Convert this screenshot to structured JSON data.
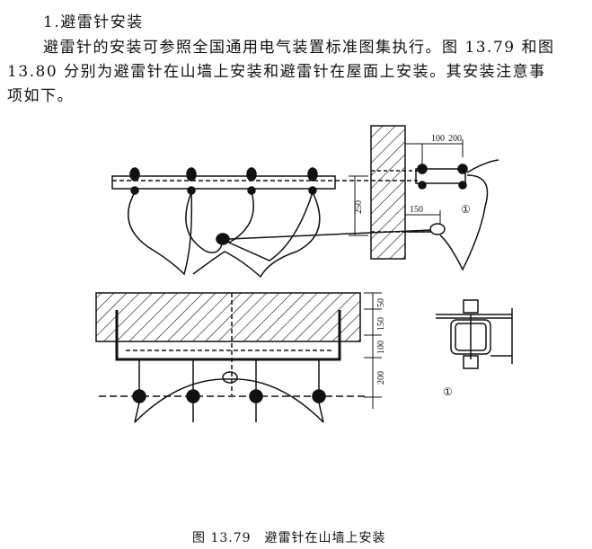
{
  "section": {
    "heading": "1.避雷针安装",
    "paragraph_lines": [
      "避雷针的安装可参照全国通用电气装置标准图集执行。图 13.79 和图",
      "13.80 分别为避雷针在山墙上安装和避雷针在屋面上安装。其安装注意事",
      "项如下。"
    ]
  },
  "figure": {
    "caption": "图 13.79　避雷针在山墙上安装",
    "dimensions": {
      "top_right_100": "100",
      "top_right_200": "200",
      "vertical_250": "250",
      "hook_150": "150",
      "bottom_50": "50",
      "bottom_150": "150",
      "bottom_100": "100",
      "bottom_200": "200"
    },
    "detail_marker_top": "①",
    "detail_marker_bottom": "①"
  }
}
